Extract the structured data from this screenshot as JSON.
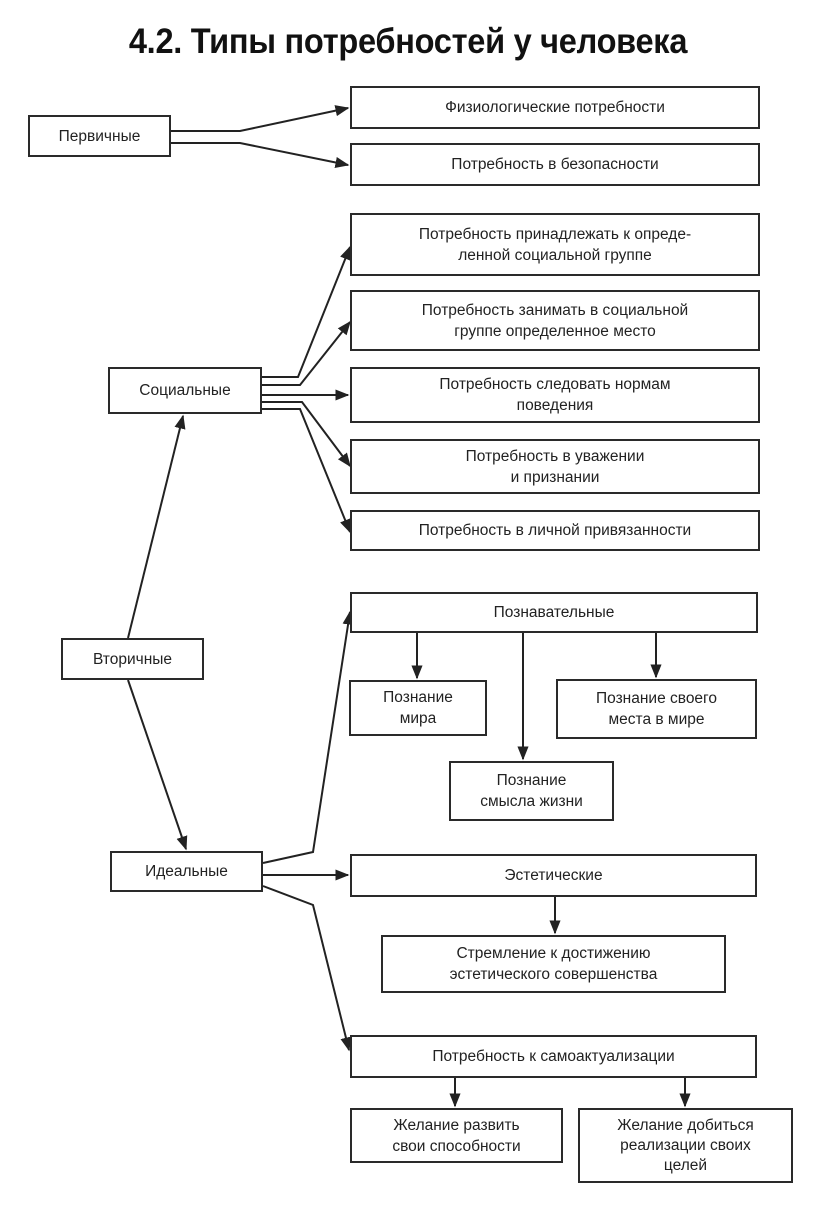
{
  "title": "4.2. Типы потребностей у человека",
  "nodes": {
    "primary": "Первичные",
    "physiological": "Физиологические потребности",
    "safety": "Потребность в безопасности",
    "social": "Социальные",
    "belong": "Потребность принадлежать к опреде-\nленной социальной группе",
    "place": "Потребность занимать в социальной\nгруппе определенное место",
    "norms": "Потребность следовать нормам\nповедения",
    "respect": "Потребность в уважении\nи признании",
    "attachment": "Потребность в личной привязанности",
    "secondary": "Вторичные",
    "ideal": "Идеальные",
    "cognitive": "Познавательные",
    "know_world": "Познание\nмира",
    "know_place": "Познание своего\nместа в мире",
    "know_meaning": "Познание\nсмысла жизни",
    "aesthetic": "Эстетические",
    "aesthetic_perfection": "Стремление к достижению\nэстетического совершенства",
    "self_actualization": "Потребность к самоактуализации",
    "develop_abilities": "Желание развить\nсвои способности",
    "achieve_goals": "Желание добиться\nреализации своих\nцелей"
  },
  "edges": [
    [
      "primary",
      "physiological"
    ],
    [
      "primary",
      "safety"
    ],
    [
      "secondary",
      "social"
    ],
    [
      "secondary",
      "ideal"
    ],
    [
      "social",
      "belong"
    ],
    [
      "social",
      "place"
    ],
    [
      "social",
      "norms"
    ],
    [
      "social",
      "respect"
    ],
    [
      "social",
      "attachment"
    ],
    [
      "ideal",
      "cognitive"
    ],
    [
      "ideal",
      "aesthetic"
    ],
    [
      "ideal",
      "self_actualization"
    ],
    [
      "cognitive",
      "know_world"
    ],
    [
      "cognitive",
      "know_meaning"
    ],
    [
      "cognitive",
      "know_place"
    ],
    [
      "aesthetic",
      "aesthetic_perfection"
    ],
    [
      "self_actualization",
      "develop_abilities"
    ],
    [
      "self_actualization",
      "achieve_goals"
    ]
  ]
}
